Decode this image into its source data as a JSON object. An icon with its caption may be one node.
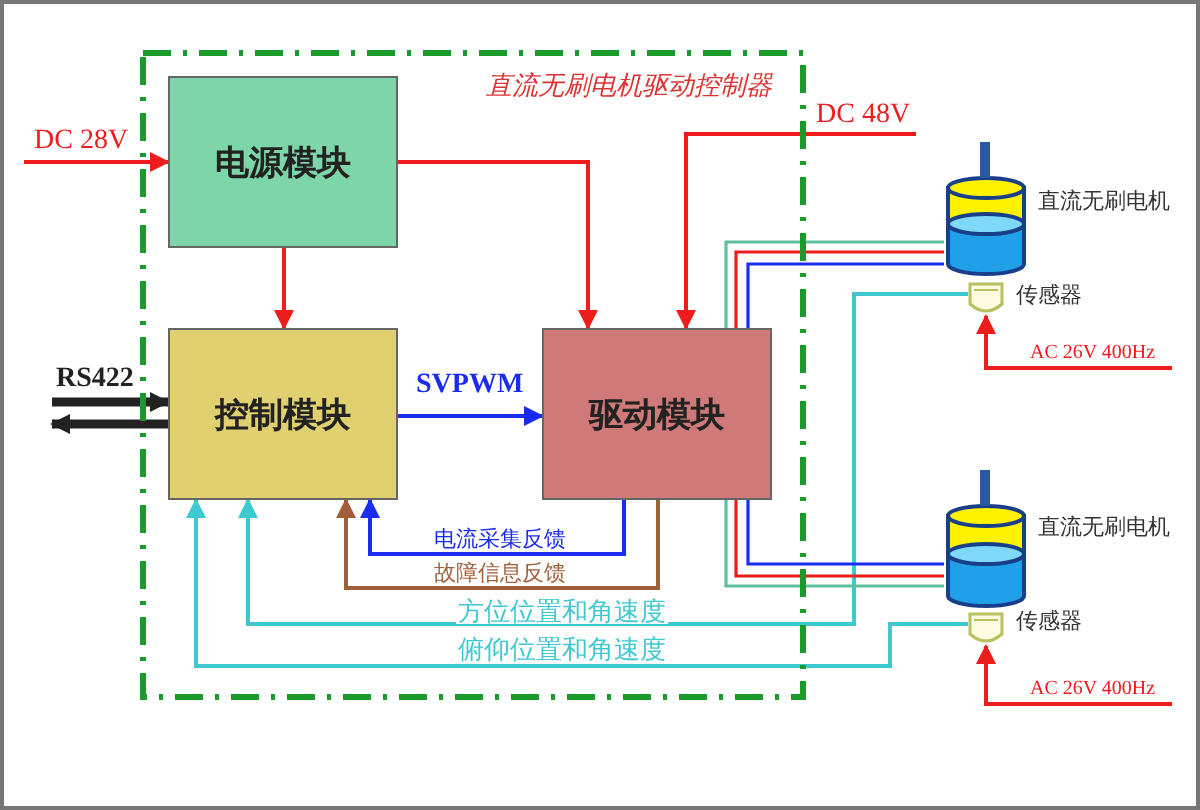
{
  "diagram": {
    "nodes": [
      {
        "text": [
          "直流无刷电机驱动控制器"
        ]
      },
      {
        "text": [
          "电源模块"
        ],
        "in": 0
      },
      {
        "text": [
          "控制模块"
        ],
        "in": 0
      },
      {
        "text": [
          "驱动模块"
        ],
        "in": 0
      },
      {
        "text": [],
        "shape": "picture",
        "beside": [
          "直流无刷电机"
        ]
      },
      {
        "text": [],
        "shape": "cylinder",
        "beside": [
          "传感器"
        ]
      },
      {
        "text": [],
        "shape": "picture",
        "beside": [
          "直流无刷电机"
        ]
      },
      {
        "text": [],
        "shape": "cylinder",
        "beside": [
          "传感器"
        ]
      }
    ],
    "edges": [
      {
        "from": null,
        "to": 1,
        "arrow": "to",
        "label": "DC 28V"
      },
      {
        "from": 1,
        "to": 2,
        "arrow": "to"
      },
      {
        "from": 1,
        "to": 3,
        "arrow": "to"
      },
      {
        "from": null,
        "to": 3,
        "arrow": "to",
        "label": "DC 48V"
      },
      {
        "from": null,
        "to": 2,
        "arrow": "to",
        "label": "RS422",
        "style": "thick",
        "color": "#222222"
      },
      {
        "from": 2,
        "to": null,
        "arrow": "to",
        "style": "thick",
        "color": "#222222"
      },
      {
        "from": 2,
        "to": 3,
        "arrow": "to",
        "label": "SVPWM",
        "color": "#1a2cf0"
      },
      {
        "from": 3,
        "to": 2,
        "arrow": "to",
        "label": "电流采集反馈",
        "color": "#1a2cf0"
      },
      {
        "from": 3,
        "to": 2,
        "arrow": "to",
        "label": "故障信息反馈",
        "color": "#a0603a"
      },
      {
        "from": 5,
        "to": 2,
        "arrow": "to",
        "label": "方位位置和角速度",
        "color": "#40c8d0"
      },
      {
        "from": 7,
        "to": 2,
        "arrow": "to",
        "label": "俯仰位置和角速度",
        "color": "#40c8d0"
      },
      {
        "from": 3,
        "to": 4,
        "arrow": "none",
        "color": "#5fbfa0"
      },
      {
        "from": 3,
        "to": 4,
        "arrow": "none"
      },
      {
        "from": 3,
        "to": 4,
        "arrow": "none",
        "color": "#1a2cf0"
      },
      {
        "from": 3,
        "to": 6,
        "arrow": "none",
        "color": "#1a2cf0"
      },
      {
        "from": 3,
        "to": 6,
        "arrow": "none"
      },
      {
        "from": 3,
        "to": 6,
        "arrow": "none",
        "color": "#5fbfa0"
      },
      {
        "from": null,
        "to": 5,
        "arrow": "to",
        "label": "AC 26V 400Hz"
      },
      {
        "from": null,
        "to": 7,
        "arrow": "to",
        "label": "AC 26V 400Hz"
      }
    ]
  }
}
